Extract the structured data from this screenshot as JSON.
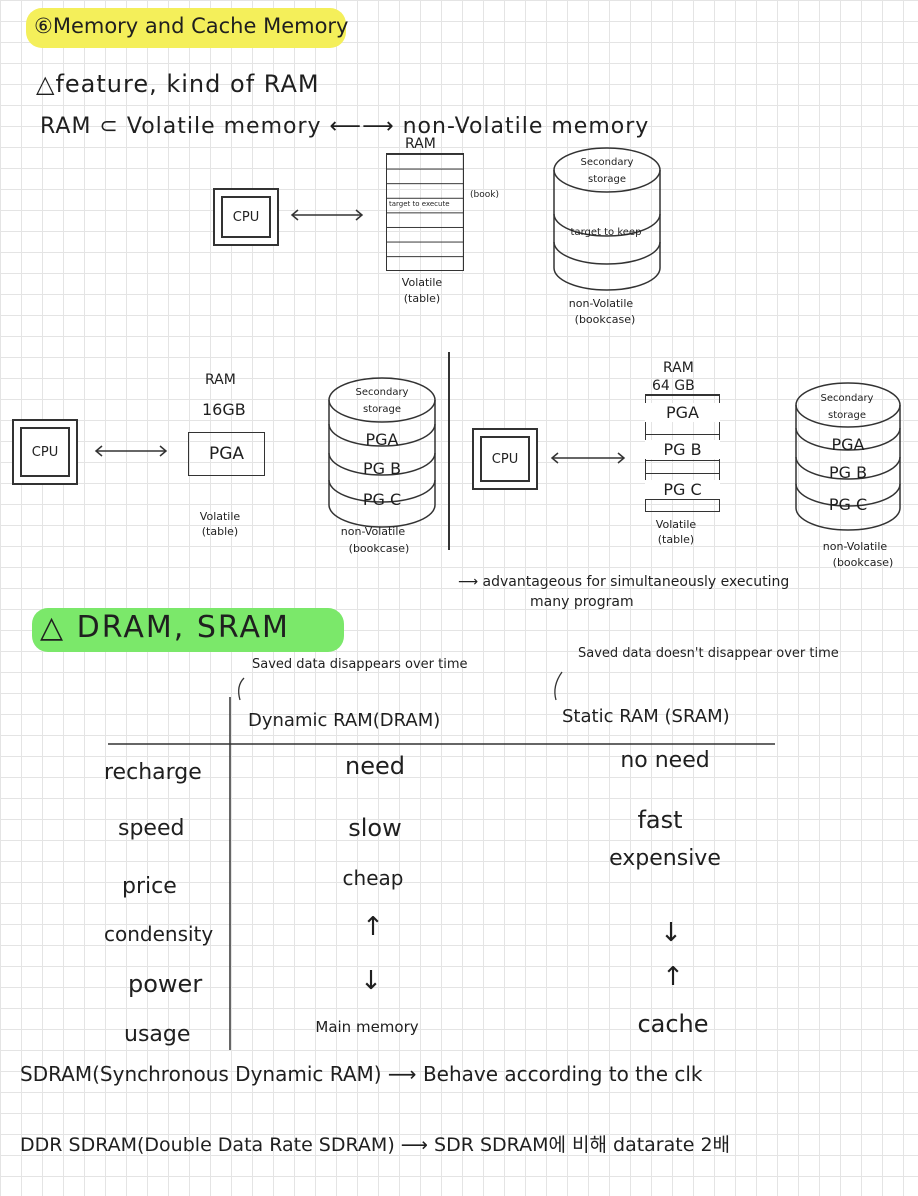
{
  "title": "⑥Memory and Cache Memory",
  "section1": {
    "heading": "△feature, kind of RAM",
    "line": "RAM ⊂ Volatile memory ⟵⟶ non-Volatile memory"
  },
  "diagram1": {
    "cpu": "CPU",
    "ram_label": "RAM",
    "ram_target": "target to execute",
    "book_note": "(book)",
    "ram_caption_1": "Volatile",
    "ram_caption_2": "(table)",
    "storage_top_1": "Secondary",
    "storage_top_2": "storage",
    "storage_mid": "target to keep",
    "storage_caption_1": "non-Volatile",
    "storage_caption_2": "(bookcase)"
  },
  "diagram2": {
    "cpu": "CPU",
    "ram_label_1": "RAM",
    "ram_label_2": "16GB",
    "ram_slot": "PGA",
    "ram_caption_1": "Volatile",
    "ram_caption_2": "(table)",
    "storage_top_1": "Secondary",
    "storage_top_2": "storage",
    "storage_bands": [
      "PGA",
      "PG B",
      "PG C"
    ],
    "storage_caption_1": "non-Volatile",
    "storage_caption_2": "(bookcase)"
  },
  "diagram3": {
    "cpu": "CPU",
    "ram_label_1": "RAM",
    "ram_label_2": "64 GB",
    "ram_slots": [
      "PGA",
      "PG B",
      "PG C"
    ],
    "ram_caption_1": "Volatile",
    "ram_caption_2": "(table)",
    "storage_top_1": "Secondary",
    "storage_top_2": "storage",
    "storage_bands": [
      "PGA",
      "PG B",
      "PG C"
    ],
    "storage_caption_1": "non-Volatile",
    "storage_caption_2": "(bookcase)"
  },
  "advantage_1": "⟶ advantageous for simultaneously executing",
  "advantage_2": "many program",
  "section2_heading": "△ DRAM, SRAM",
  "table": {
    "dram_note": "Saved data disappears over time",
    "sram_note": "Saved data doesn't disappear over time",
    "dram_header": "Dynamic RAM(DRAM)",
    "sram_header": "Static RAM (SRAM)",
    "rows": [
      {
        "label": "recharge",
        "dram": "need",
        "sram": "no need"
      },
      {
        "label": "speed",
        "dram": "slow",
        "sram": "fast"
      },
      {
        "label": "price",
        "dram": "cheap",
        "sram": "expensive"
      },
      {
        "label": "condensity",
        "dram": "↑",
        "sram": "↓"
      },
      {
        "label": "power",
        "dram": "↓",
        "sram": "↑"
      },
      {
        "label": "usage",
        "dram": "Main memory",
        "sram": "cache"
      }
    ]
  },
  "sdram_line": "SDRAM(Synchronous Dynamic RAM) ⟶ Behave according to the clk",
  "ddr_line": "DDR SDRAM(Double Data Rate SDRAM) ⟶ SDR SDRAM에 비해 datarate 2배",
  "colors": {
    "title_highlight": "#f4ef5a",
    "section2_highlight": "#7be86a",
    "ink": "#1f1f1f"
  }
}
